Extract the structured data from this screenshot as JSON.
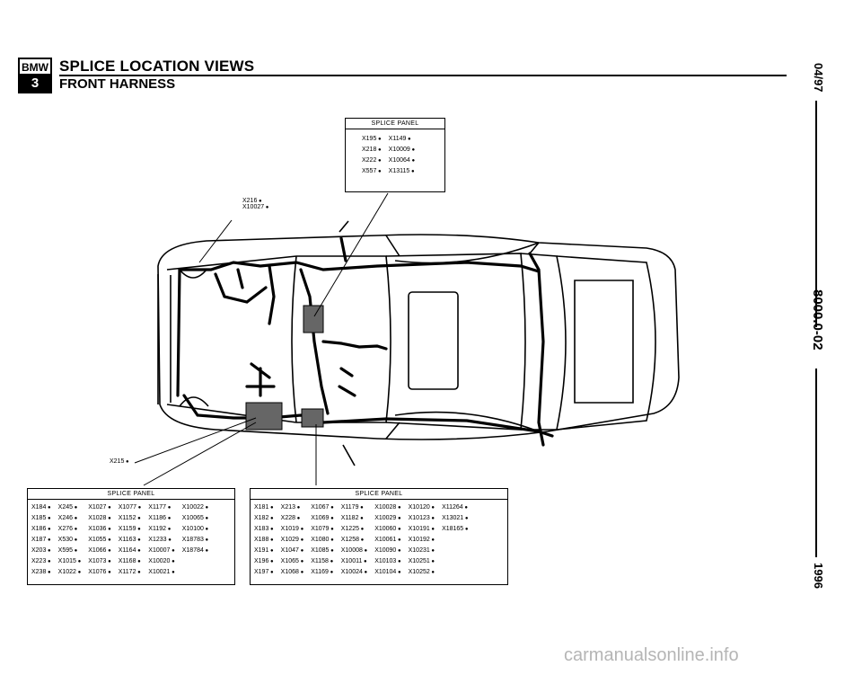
{
  "header": {
    "logo_top": "BMW",
    "logo_bottom": "3",
    "title": "SPLICE LOCATION VIEWS",
    "subtitle": "FRONT HARNESS"
  },
  "side": {
    "date": "04/97",
    "page": "8000.0-02",
    "year": "1996"
  },
  "top_panel": {
    "header": "SPLICE PANEL",
    "rows": [
      [
        "X195",
        "X1149"
      ],
      [
        "X218",
        "X10009"
      ],
      [
        "X222",
        "X10064"
      ],
      [
        "X557",
        "X13115"
      ]
    ]
  },
  "callouts": {
    "c1_line1": "X216",
    "c1_line2": "X10027",
    "c2": "X215"
  },
  "left_panel": {
    "header": "SPLICE PANEL",
    "rows": [
      [
        "X184",
        "X245",
        "X1027",
        "X1077",
        "X1177",
        "X10022"
      ],
      [
        "X185",
        "X246",
        "X1028",
        "X1152",
        "X1186",
        "X10065"
      ],
      [
        "X186",
        "X276",
        "X1036",
        "X1159",
        "X1192",
        "X10100"
      ],
      [
        "X187",
        "X530",
        "X1055",
        "X1163",
        "X1233",
        "X18783"
      ],
      [
        "X203",
        "X595",
        "X1066",
        "X1164",
        "X10007",
        "X18784"
      ],
      [
        "X223",
        "X1015",
        "X1073",
        "X1168",
        "X10020",
        ""
      ],
      [
        "X238",
        "X1022",
        "X1076",
        "X1172",
        "X10021",
        ""
      ]
    ]
  },
  "right_panel": {
    "header": "SPLICE PANEL",
    "rows": [
      [
        "X181",
        "X213",
        "X1067",
        "X1179",
        "X10028",
        "X10120",
        "X11264"
      ],
      [
        "X182",
        "X228",
        "X1069",
        "X1182",
        "X10029",
        "X10123",
        "X13021"
      ],
      [
        "X183",
        "X1019",
        "X1079",
        "X1225",
        "X10060",
        "X10191",
        "X18165"
      ],
      [
        "X188",
        "X1029",
        "X1080",
        "X1258",
        "X10061",
        "X10192",
        ""
      ],
      [
        "X191",
        "X1047",
        "X1085",
        "X10008",
        "X10090",
        "X10231",
        ""
      ],
      [
        "X196",
        "X1065",
        "X1158",
        "X10011",
        "X10103",
        "X10251",
        ""
      ],
      [
        "X197",
        "X1068",
        "X1169",
        "X10024",
        "X10104",
        "X10252",
        ""
      ]
    ]
  },
  "watermark": "carmanualsonline.info"
}
